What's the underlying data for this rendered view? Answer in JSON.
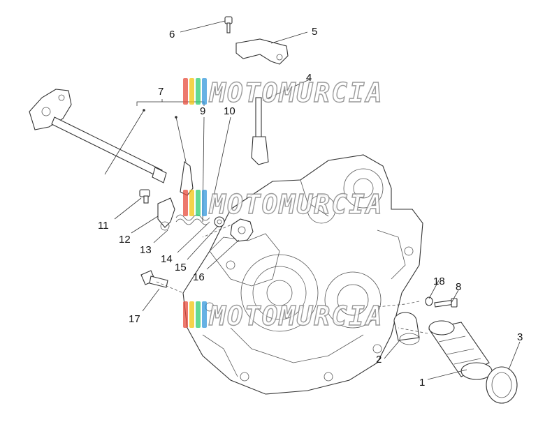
{
  "callouts": {
    "c1": "1",
    "c2": "2",
    "c3": "3",
    "c4": "4",
    "c5": "5",
    "c6": "6",
    "c7": "7",
    "c8": "8",
    "c9": "9",
    "c10": "10",
    "c11": "11",
    "c12": "12",
    "c13": "13",
    "c14": "14",
    "c15": "15",
    "c16": "16",
    "c17": "17",
    "c18": "18"
  },
  "watermark": {
    "text": "MOTOMURCIA",
    "stripe_colors": [
      "#e74c3c",
      "#f1c40f",
      "#2ecc71",
      "#3498db"
    ]
  }
}
